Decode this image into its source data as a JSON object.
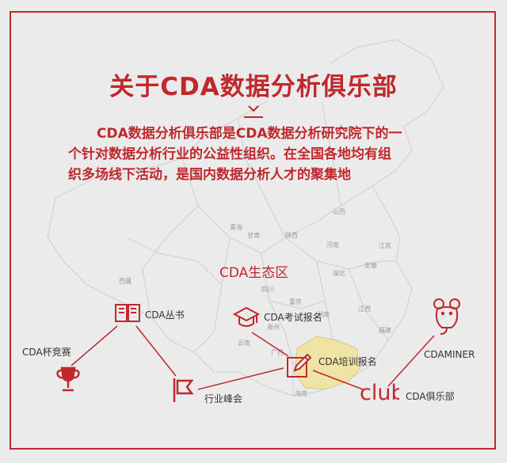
{
  "title": "关于CDA数据分析俱乐部",
  "description_lines": [
    "CDA数据分析俱乐部是CDA数据分析研究院下的一",
    "个针对数据分析行业的公益性组织。在全国各地均有组",
    "织多场线下活动，是国内数据分析人才的聚集地"
  ],
  "ecosystem_label": "CDA生态区",
  "nodes": {
    "books": "CDA丛书",
    "competition": "CDA杯竞赛",
    "summit": "行业峰会",
    "exam": "CDA考试报名",
    "training": "CDA培训报名",
    "miner": "CDAMINER",
    "club": "CDA俱乐部"
  },
  "club_logo_text": "club",
  "map_labels": [
    "青海",
    "甘肃",
    "四川",
    "陕西",
    "山西",
    "河南",
    "湖北",
    "湖南",
    "贵州",
    "云南",
    "广西",
    "江西",
    "福建",
    "安徽",
    "江苏",
    "海南",
    "西藏",
    "重庆"
  ],
  "colors": {
    "accent": "#c0282d",
    "highlight_region": "#f0e3a6",
    "map_line": "#cfcfcf"
  },
  "icons": {
    "books": "open-book-icon",
    "competition": "trophy-icon",
    "summit": "flag-icon",
    "exam": "graduation-cap-icon",
    "training": "pencil-edit-icon",
    "miner": "mouse-icon",
    "club": "club-logo-icon"
  }
}
